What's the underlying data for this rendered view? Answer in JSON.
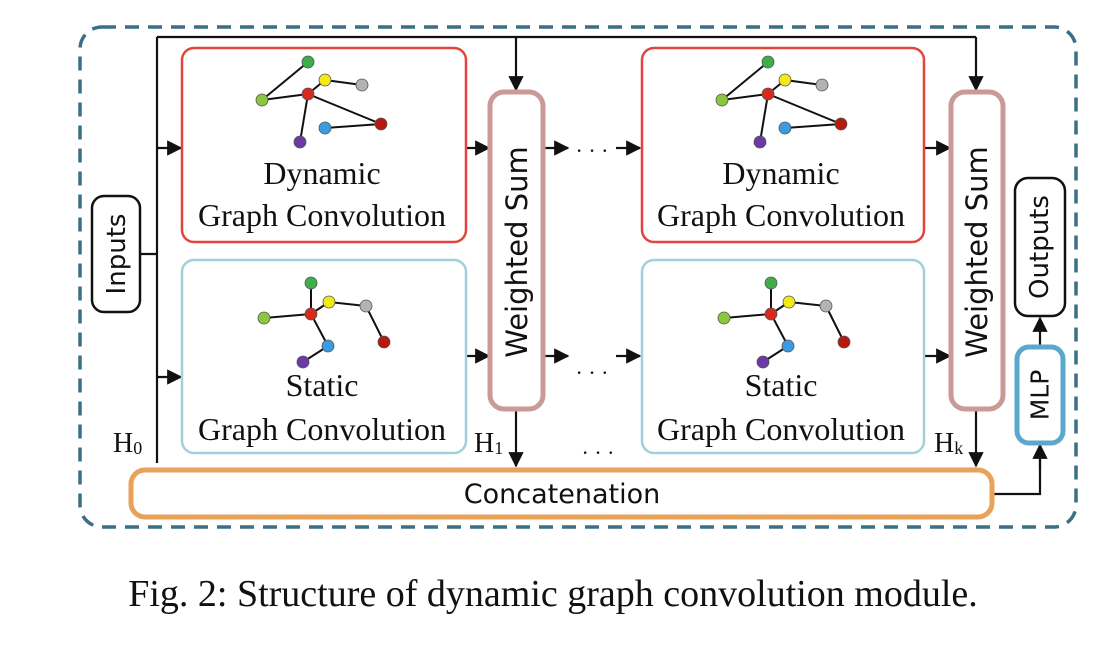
{
  "inputs_label": "Inputs",
  "outputs_label": "Outputs",
  "mlp_label": "MLP",
  "weighted_sum_label": "Weighted Sum",
  "concatenation_label": "Concatenation",
  "dynamic_block": {
    "line1": "Dynamic",
    "line2": "Graph Convolution"
  },
  "static_block": {
    "line1": "Static",
    "line2": "Graph Convolution"
  },
  "hidden_labels": {
    "h0": {
      "base": "H",
      "sub": "0"
    },
    "h1": {
      "base": "H",
      "sub": "1"
    },
    "hk": {
      "base": "H",
      "sub": "k"
    }
  },
  "ellipsis": "· · ·",
  "caption": "Fig. 2: Structure of dynamic graph convolution module.",
  "colors": {
    "outer_dashed": "#3a6f86",
    "dynamic_border": "#e0473a",
    "static_border": "#9fd0dc",
    "weighted_sum_border": "#c99a98",
    "concat_border": "#e9a25a",
    "mlp_border": "#5aa9cc",
    "node_green": "#3fae4a",
    "node_lightgreen": "#8cc63f",
    "node_yellow": "#f2ea14",
    "node_gray": "#b3b3b3",
    "node_red": "#d62a1c",
    "node_darkred": "#b8190f",
    "node_blue": "#3a9be0",
    "node_purple": "#6b3aa6"
  }
}
